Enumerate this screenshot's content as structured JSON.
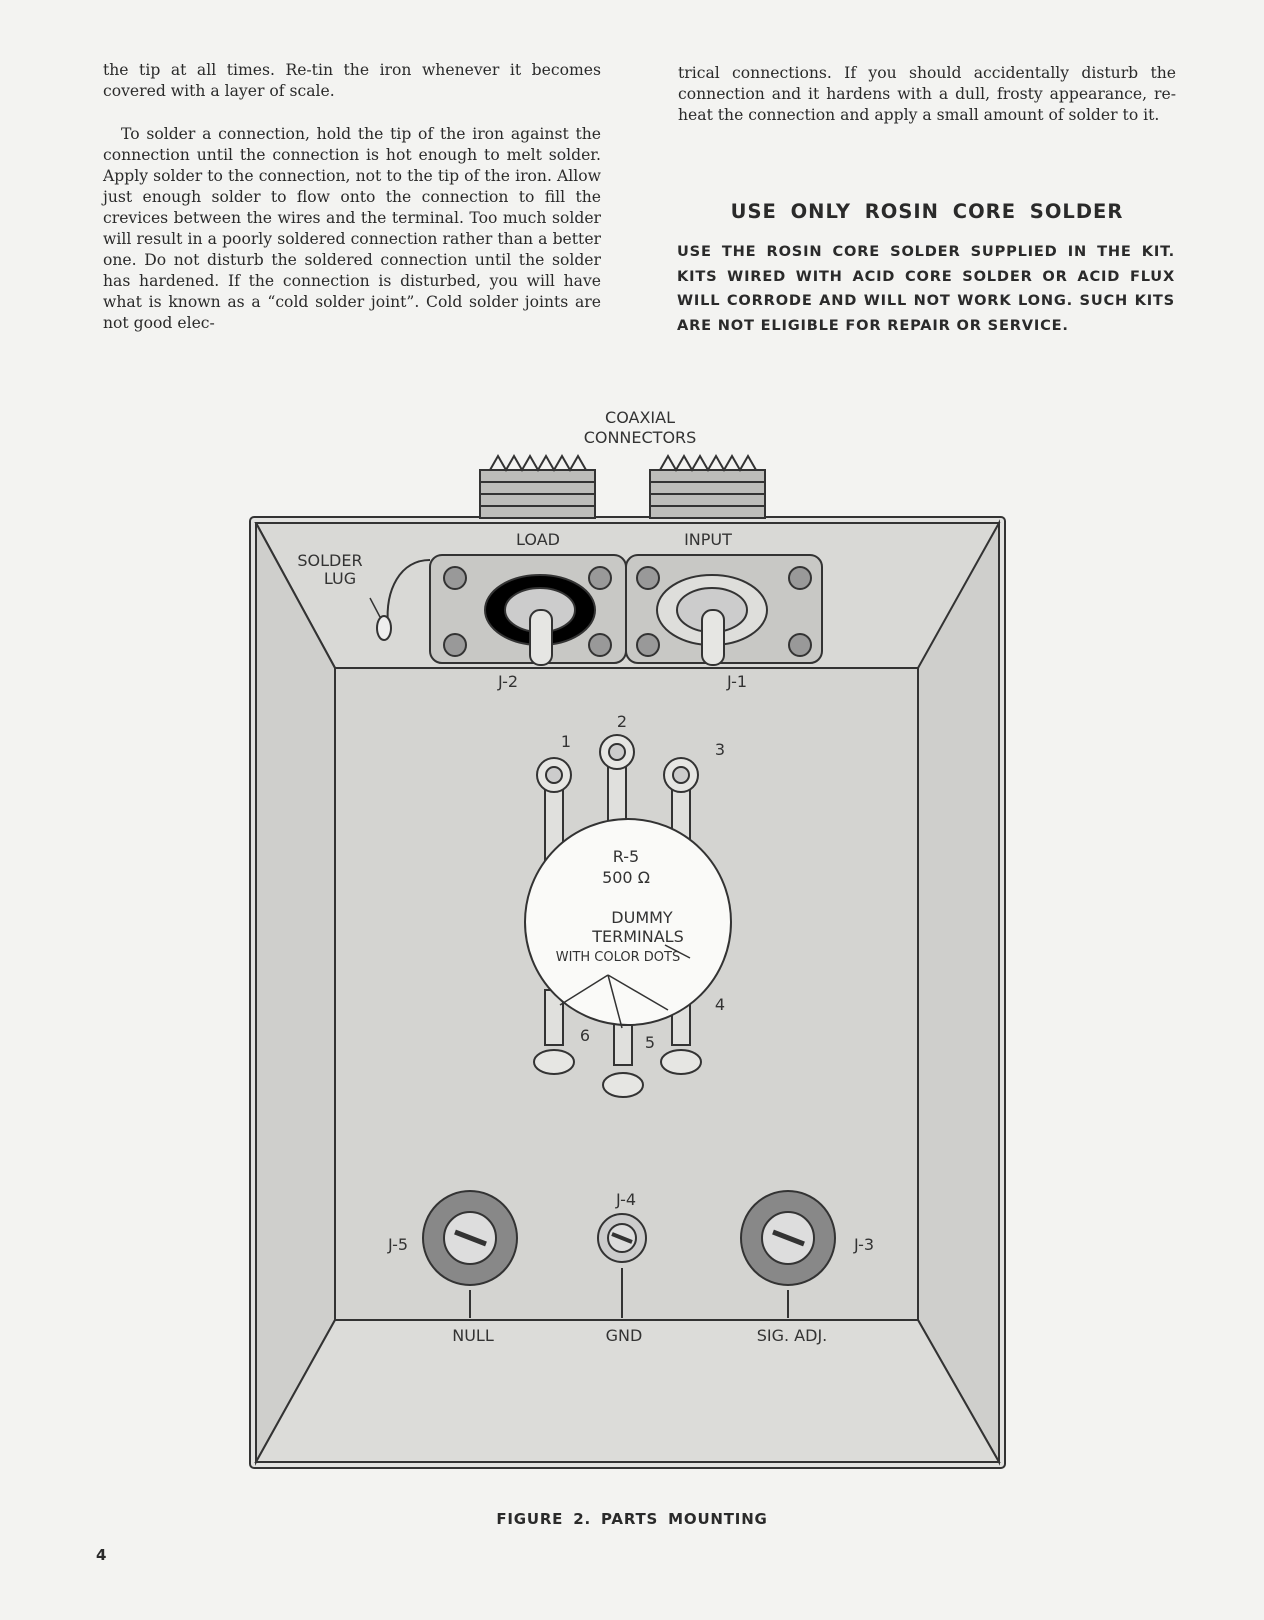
{
  "left_column": {
    "paragraphs": [
      "the tip at all times. Re-tin the iron whenever it becomes covered with a layer of scale.",
      "To solder a connection, hold the tip of the iron against the connection until the connection is hot enough to melt solder. Apply solder to the connection, not to the tip of the iron. Allow just enough solder to flow onto the connection to fill the crevices between the wires and the terminal. Too much solder will result in a poorly soldered connection rather than a better one. Do not disturb the soldered connection until the solder has hardened. If the connection is disturbed, you will have what is known as a “cold solder joint”. Cold solder joints are not good elec-"
    ]
  },
  "right_column": {
    "paragraph": "trical connections. If you should accidentally disturb the connection and it hardens with a dull, frosty appearance, re-heat the connection and apply a small amount of solder to it.",
    "heading": "USE ONLY ROSIN CORE SOLDER",
    "warning": "USE THE ROSIN CORE SOLDER SUPPLIED IN THE KIT. KITS WIRED WITH ACID CORE SOLDER OR ACID FLUX WILL CORRODE AND WILL NOT WORK LONG. SUCH KITS ARE NOT ELIGIBLE FOR REPAIR OR SERVICE."
  },
  "figure": {
    "labels": {
      "coaxial": "COAXIAL",
      "connectors": "CONNECTORS",
      "load": "LOAD",
      "input": "INPUT",
      "solder": "SOLDER",
      "lug": "LUG",
      "j2": "J-2",
      "j1": "J-1",
      "t1": "1",
      "t2": "2",
      "t3": "3",
      "t4": "4",
      "t5": "5",
      "t6": "6",
      "r5": "R-5",
      "ohms": "500 Ω",
      "dummy": "DUMMY",
      "terminals": "TERMINALS",
      "color_dots": "WITH COLOR DOTS",
      "j4": "J-4",
      "j5": "J-5",
      "j3": "J-3",
      "null": "NULL",
      "gnd": "GND",
      "sig_adj": "SIG. ADJ."
    },
    "caption": "FIGURE 2. PARTS MOUNTING"
  },
  "page_number": "4"
}
